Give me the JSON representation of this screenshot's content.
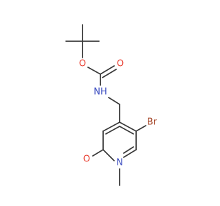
{
  "colors": {
    "bond": "#3a3a3a",
    "oxygen": "#e8382a",
    "nitrogen": "#3b4cc0",
    "bromine": "#a5472a",
    "background": "#ffffff"
  },
  "atoms": {
    "o_ester": "O",
    "o_carbonyl": "O",
    "nh": "NH",
    "br": "Br",
    "o_ring": "O",
    "n_ring": "N"
  }
}
